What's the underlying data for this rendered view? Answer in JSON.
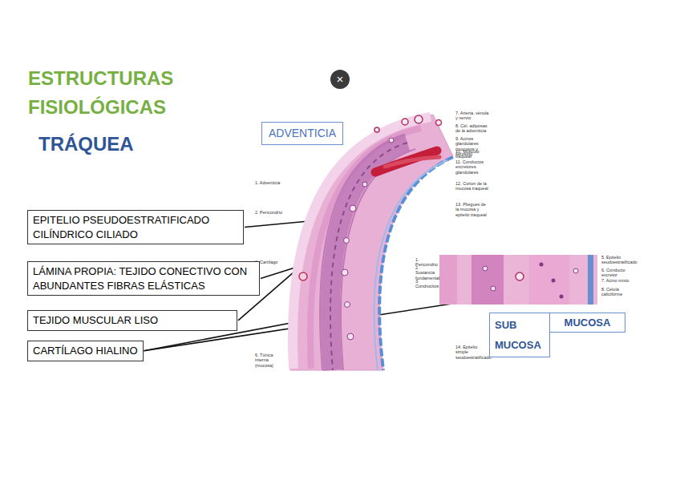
{
  "diagram": {
    "title": "ESTRUCTURAS FISIOLÓGICAS",
    "nodes": [
      {
        "text": [
          "ADVENTICIA"
        ]
      },
      {
        "text": [
          "EPITELIO PSEUDOESTRATIFICADO CILÍNDRICO CILIADO"
        ]
      },
      {
        "text": [
          "LÁMINA PROPIA: TEJIDO CONECTIVO CON ABUNDANTES FIBRAS ELÁSTICAS"
        ]
      },
      {
        "text": [
          "TEJIDO MUSCULAR LISO"
        ]
      },
      {
        "text": [
          "CARTÍLAGO HIALINO"
        ]
      },
      {
        "text": [
          "SUB MUCOSA"
        ]
      },
      {
        "text": [
          "MUCOSA"
        ]
      }
    ],
    "labels": [
      "TRÁQUEA",
      "×",
      "1. Adventicia",
      "2. Pericondrio",
      "3. Cartílago",
      "6. Túnica interna (mucosa)",
      "7. Arteria, vénula y nervio",
      "8. Cél. adiposas de la adventicia",
      "9. Acinos glandulares (mucosos y serosos)",
      "10. Músculo traqueal",
      "11. Conductos excretores glandulares",
      "12. Corion de la mucosa traqueal",
      "13. Pliegues de la mucosa y epitelio traqueal",
      "1. Pericondrio",
      "2. Sustancia fundamental",
      "3. Condrocitos",
      "5. Epitelio seudoestratificado",
      "6. Conducto excretor",
      "7. Acino mixto",
      "8. Célula caliciforme",
      "14. Epitelio simple seudoestratificado"
    ]
  }
}
